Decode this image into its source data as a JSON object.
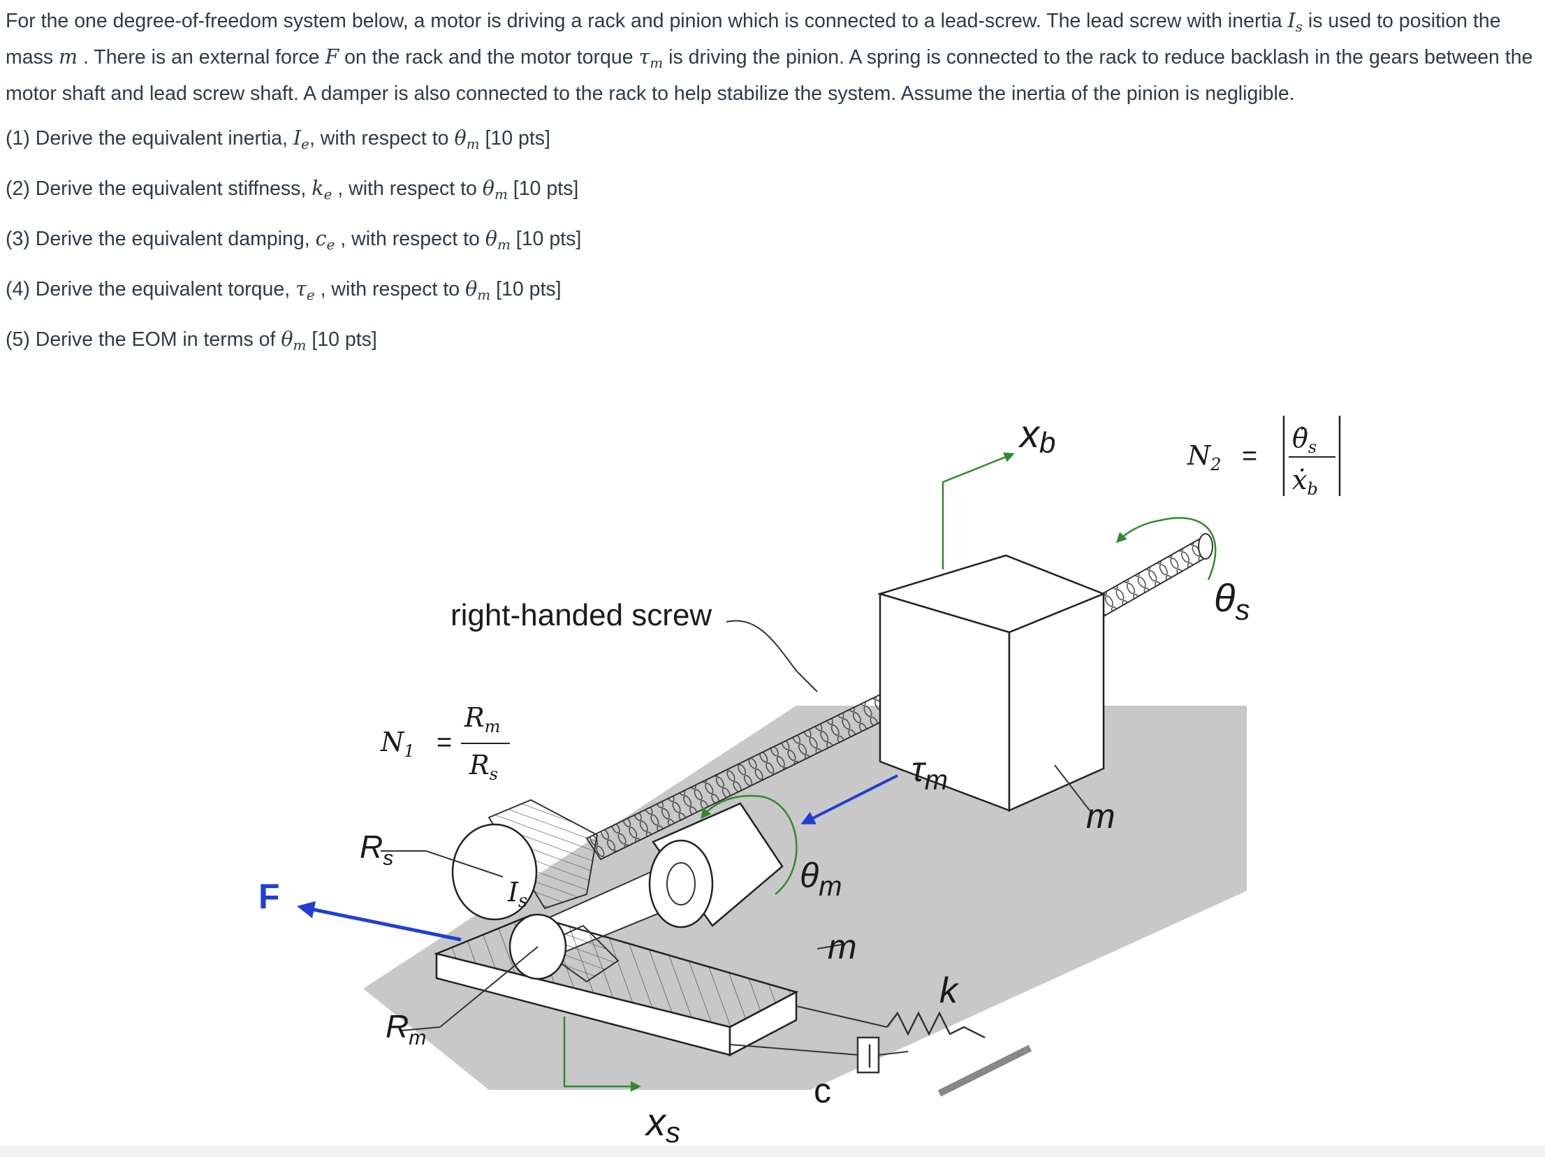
{
  "problem": {
    "intro_parts": [
      "For the one degree-of-freedom system below, a motor is driving a rack and pinion which is connected to a lead-screw. The lead screw with inertia ",
      " is used to position the mass ",
      " . There is an external force ",
      " on the rack and the motor torque ",
      " is driving the pinion. A spring is connected to the rack to reduce backlash in the gears between the motor shaft and lead screw shaft. A damper is also connected to the rack to help stabilize the system. Assume the inertia of the pinion is negligible."
    ],
    "parts": [
      {
        "before": "(1) Derive the equivalent inertia, ",
        "sym": "I",
        "sym_sub": "e",
        "middle": ", with respect to ",
        "ref": "θ",
        "ref_sub": "m",
        "after": " [10 pts]"
      },
      {
        "before": "(2) Derive the equivalent stiffness, ",
        "sym": "k",
        "sym_sub": "e",
        "middle": " , with respect to ",
        "ref": "θ",
        "ref_sub": "m",
        "after": " [10 pts]"
      },
      {
        "before": "(3) Derive the equivalent damping, ",
        "sym": "c",
        "sym_sub": "e",
        "middle": " , with respect to ",
        "ref": "θ",
        "ref_sub": "m",
        "after": " [10 pts]"
      },
      {
        "before": "(4) Derive the equivalent torque, ",
        "sym": "τ",
        "sym_sub": "e",
        "middle": " , with respect to ",
        "ref": "θ",
        "ref_sub": "m",
        "after": "  [10 pts]"
      },
      {
        "before": "(5) Derive the EOM in terms of ",
        "sym": "",
        "sym_sub": "",
        "middle": "",
        "ref": "θ",
        "ref_sub": "m",
        "after": "  [10 pts]"
      }
    ],
    "symbols": {
      "Is": "I",
      "Is_sub": "s",
      "m": "m",
      "F": "F",
      "tau": "τ",
      "tau_sub": "m"
    }
  },
  "figure": {
    "labels": {
      "right_handed_screw": "right-handed screw",
      "N1": "N",
      "N1_sub": "1",
      "equals": "=",
      "Rm_num": "R",
      "Rm_num_sub": "m",
      "Rs_den": "R",
      "Rs_den_sub": "s",
      "Rs": "R",
      "Rs_sub": "s",
      "Is": "I",
      "Is_sub": "s",
      "F": "F",
      "Rm": "R",
      "Rm_sub": "m",
      "tau_m": "τ",
      "tau_m_sub": "m",
      "theta_m": "θ",
      "theta_m_sub": "m",
      "m_motor": "m",
      "m_mass": "m",
      "xb": "x",
      "xb_sub": "b",
      "xs": "x",
      "xs_sub": "s",
      "k": "k",
      "c": "c",
      "theta_s": "θ",
      "theta_s_sub": "s",
      "N2": "N",
      "N2_sub": "2",
      "N2_num": "θ̇",
      "N2_num_sub": "s",
      "N2_den": "ẋ",
      "N2_den_sub": "b"
    },
    "colors": {
      "force_arrow": "#1f3fd6",
      "torque_arrow": "#1f3fd6",
      "motion_arrows": "#2e8b2e",
      "ground": "#c8c8c8"
    }
  }
}
